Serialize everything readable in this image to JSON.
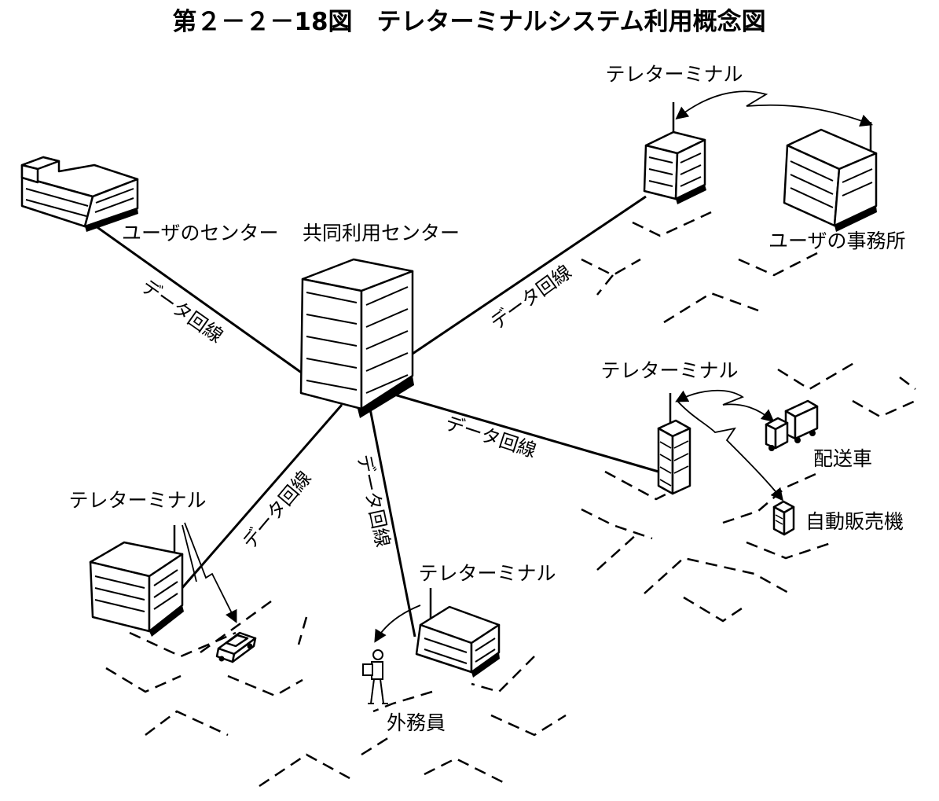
{
  "title": "第２－２－18図　テレターミナルシステム利用概念図",
  "labels": {
    "user_center": "ユーザのセンター",
    "shared_center": "共同利用センター",
    "user_office": "ユーザの事務所",
    "delivery_truck": "配送車",
    "vending_machine": "自動販売機",
    "field_worker": "外務員",
    "teleterminal": "テレターミナル",
    "data_line": "データ回線"
  }
}
